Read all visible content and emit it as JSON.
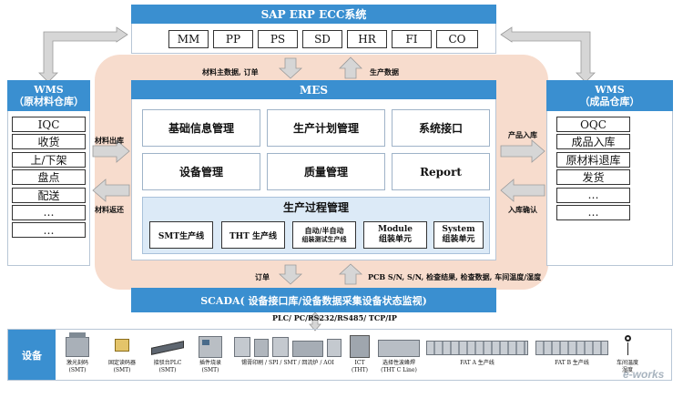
{
  "erp": {
    "title": "SAP ERP ECC系统",
    "modules": [
      "MM",
      "PP",
      "PS",
      "SD",
      "HR",
      "FI",
      "CO"
    ]
  },
  "flows": {
    "erp_to_mes": "材料主数据, 订单",
    "mes_to_erp": "生产数据",
    "raw_to_mes": "材料出库",
    "mes_to_raw": "材料返还",
    "mes_to_fin": "产品入库",
    "fin_to_mes": "入库确认",
    "mes_to_scada": "订单",
    "scada_to_mes": "PCB S/N, S/N, 检查结果, 检查数据, 车间温度/湿度",
    "scada_to_equipment": "PLC/ PC/RS232/RS485/ TCP/IP"
  },
  "wms_raw": {
    "title_line1": "WMS",
    "title_line2": "（原材料仓库）",
    "items": [
      "IQC",
      "收货",
      "上/下架",
      "盘点",
      "配送",
      "…",
      "…"
    ]
  },
  "wms_fin": {
    "title_line1": "WMS",
    "title_line2": "（成品仓库）",
    "items": [
      "OQC",
      "成品入库",
      "原材料退库",
      "发货",
      "…",
      "…"
    ]
  },
  "mes": {
    "title": "MES",
    "modules": [
      "基础信息管理",
      "生产计划管理",
      "系统接口",
      "设备管理",
      "质量管理",
      "Report"
    ],
    "process": {
      "title": "生产过程管理",
      "units": [
        {
          "line1": "SMT生产线",
          "line2": ""
        },
        {
          "line1": "THT 生产线",
          "line2": ""
        },
        {
          "line1": "自动/半自动",
          "line2": "组装测试生产线"
        },
        {
          "line1": "Module",
          "line2": "组装单元"
        },
        {
          "line1": "System",
          "line2": "组装单元"
        }
      ]
    }
  },
  "scada": {
    "title": "SCADA( 设备接口库/设备数据采集设备状态监视)"
  },
  "equipment": {
    "label": "设备",
    "items": [
      {
        "line1": "激光刻码",
        "line2": "(SMT)"
      },
      {
        "line1": "固定读码器",
        "line2": "(SMT)"
      },
      {
        "line1": "接驳台PLC",
        "line2": "(SMT)"
      },
      {
        "line1": "插件烧录",
        "line2": "(SMT)"
      },
      {
        "line1": "锡膏印刷 / SPI / SMT / 回流炉 / AOI",
        "line2": ""
      },
      {
        "line1": "ICT",
        "line2": "(THT)"
      },
      {
        "line1": "选择性波峰焊",
        "line2": "(THT C Line)"
      },
      {
        "line1": "FAT A 生产线",
        "line2": ""
      },
      {
        "line1": "FAT B 生产线",
        "line2": ""
      },
      {
        "line1": "车间温度",
        "line2": "湿度"
      }
    ]
  },
  "watermark": "e-works",
  "colors": {
    "bar_blue": "#3a8fd0",
    "panel_blue": "#dceaf7",
    "mes_glow": "#f6d8c8",
    "arrow_gray": "#cfcfcf"
  }
}
